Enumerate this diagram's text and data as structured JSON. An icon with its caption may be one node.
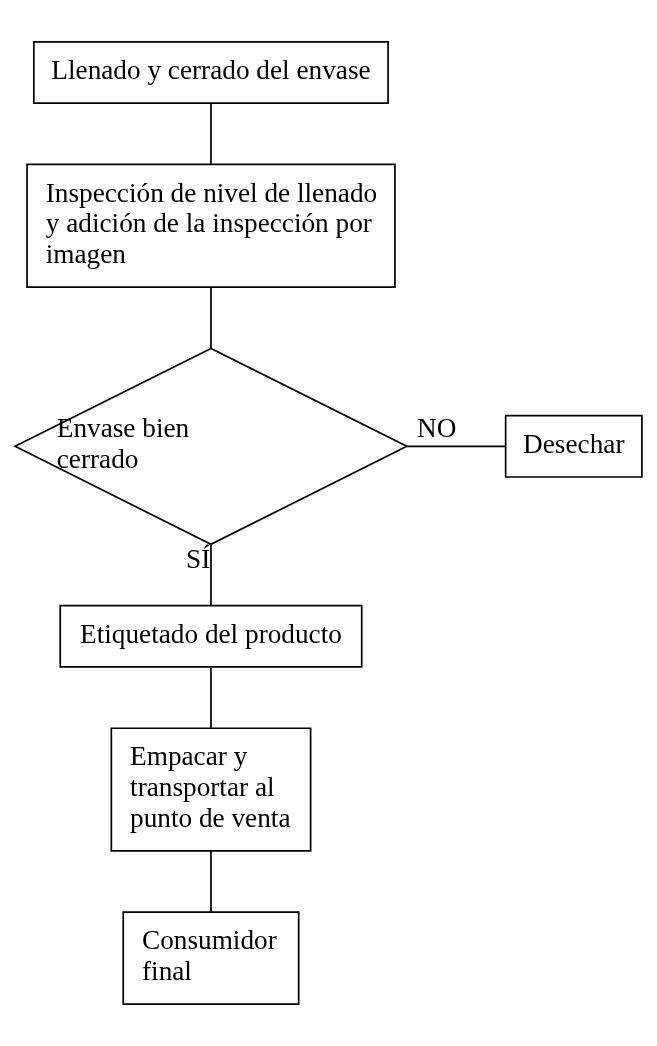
{
  "diagram": {
    "nodes": [
      {
        "text": [
          "Llenado y cerrado del envase"
        ]
      },
      {
        "text": [
          "Inspección de nivel de llenado y adición de la inspección por imagen"
        ]
      },
      {
        "text": [
          "Envase bien cerrado"
        ]
      },
      {
        "text": [
          "Desechar"
        ]
      },
      {
        "text": [
          "Etiquetado del producto"
        ]
      },
      {
        "text": [
          "Empacar y transportar al punto de venta"
        ]
      },
      {
        "text": [
          "Consumidor final"
        ]
      }
    ],
    "edges": [
      {
        "from": 0,
        "to": 1,
        "arrow": "none"
      },
      {
        "from": 1,
        "to": 2,
        "arrow": "none"
      },
      {
        "from": 2,
        "to": 3,
        "arrow": "none",
        "label": "NO"
      },
      {
        "from": 2,
        "to": 4,
        "arrow": "none",
        "label": "SÍ"
      },
      {
        "from": 4,
        "to": 5,
        "arrow": "none"
      },
      {
        "from": 5,
        "to": 6,
        "arrow": "none"
      }
    ]
  }
}
